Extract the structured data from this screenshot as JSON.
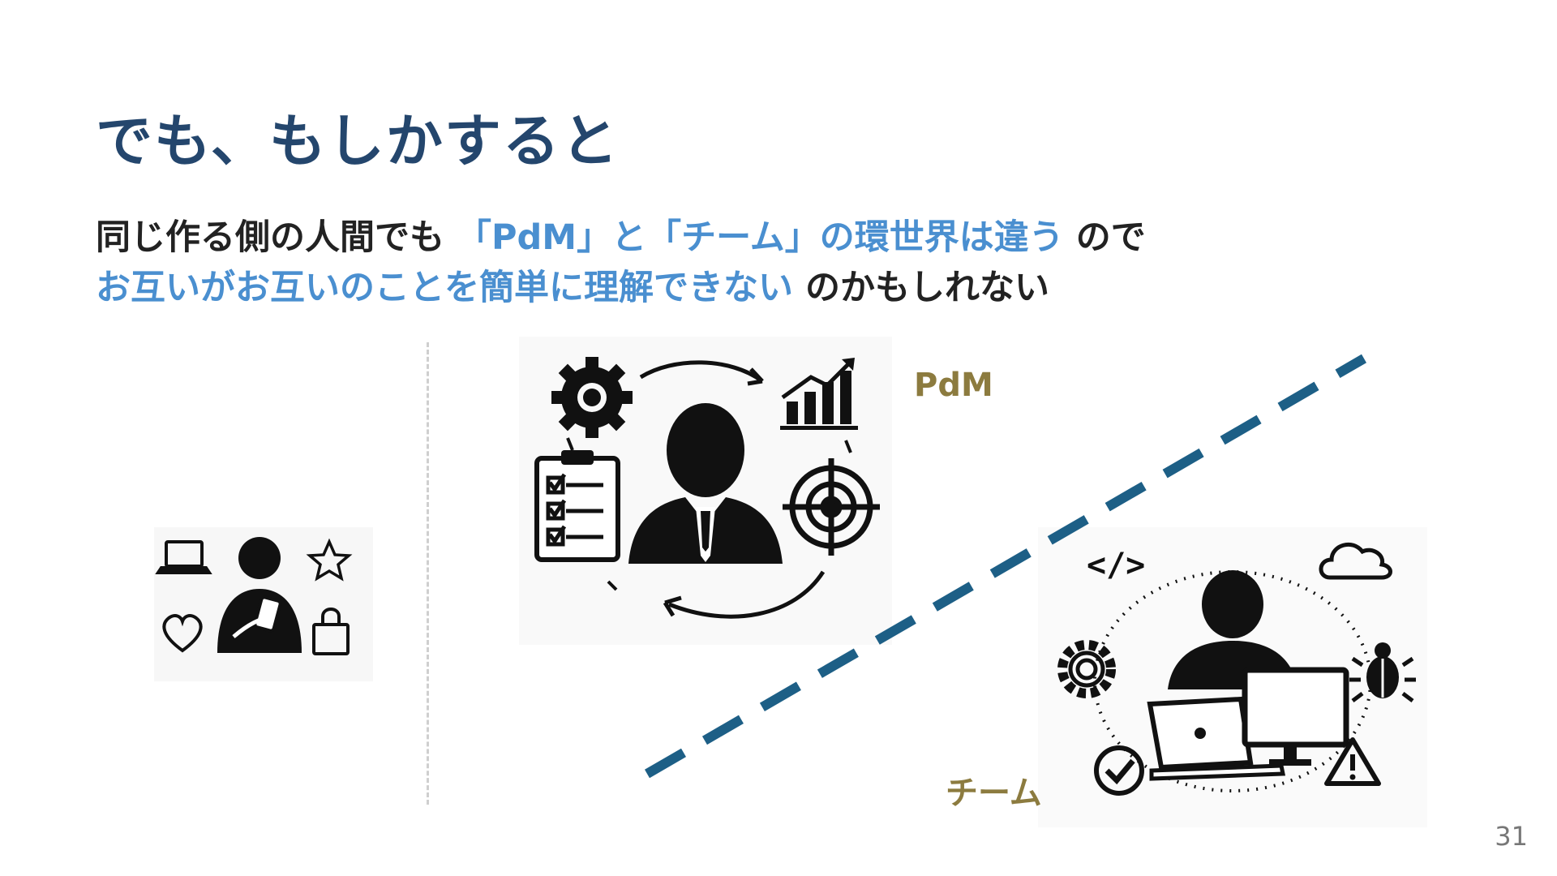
{
  "slide": {
    "title": "でも、もしかすると",
    "line1": {
      "part1": "同じ作る側の人間でも ",
      "part2": "「PdM」と「チーム」の環世界は違う",
      "part3": " ので"
    },
    "line2": {
      "part1": "お互いがお互いのことを簡単に理解できない",
      "part2": " のかもしれない"
    },
    "labels": {
      "pdm": "PdM",
      "team": "チーム"
    },
    "page_number": "31",
    "icons": {
      "user": [
        "laptop-icon",
        "star-icon",
        "heart-icon",
        "shopping-bag-icon",
        "person-with-phone-icon"
      ],
      "pdm": [
        "gear-icon",
        "growth-chart-icon",
        "checklist-icon",
        "target-icon",
        "businessman-icon"
      ],
      "team": [
        "code-icon",
        "cloud-icon",
        "gear-icon",
        "bug-icon",
        "check-icon",
        "warning-icon",
        "laptop-icon",
        "monitor-icon",
        "person-icon"
      ]
    },
    "colors": {
      "title": "#24466d",
      "highlight": "#4a8fd0",
      "label": "#8c7b3f",
      "divider_line": "#1d5f86"
    }
  }
}
